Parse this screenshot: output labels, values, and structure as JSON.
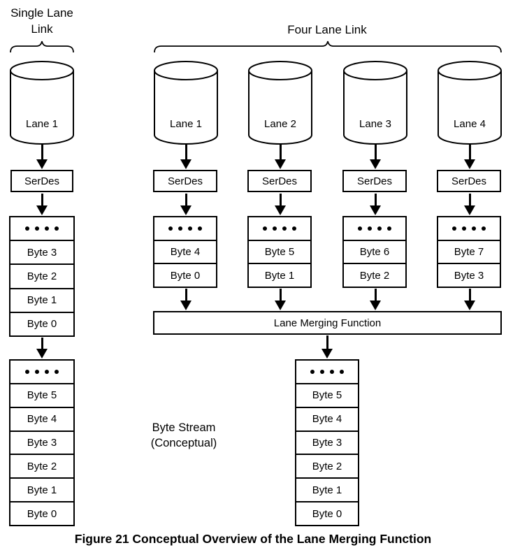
{
  "colors": {
    "ink": "#000000",
    "paper": "#ffffff"
  },
  "single_lane": {
    "group_label_line1": "Single Lane",
    "group_label_line2": "Link",
    "cylinder_label": "Lane 1",
    "serdes_label": "SerDes",
    "deser_bytes": [
      "Byte 3",
      "Byte 2",
      "Byte 1",
      "Byte 0"
    ],
    "stream_bytes": [
      "Byte 5",
      "Byte 4",
      "Byte 3",
      "Byte 2",
      "Byte 1",
      "Byte 0"
    ]
  },
  "four_lane": {
    "group_label": "Four Lane Link",
    "lanes": [
      {
        "cylinder_label": "Lane 1",
        "serdes_label": "SerDes",
        "bytes": [
          "Byte 4",
          "Byte 0"
        ]
      },
      {
        "cylinder_label": "Lane 2",
        "serdes_label": "SerDes",
        "bytes": [
          "Byte 5",
          "Byte 1"
        ]
      },
      {
        "cylinder_label": "Lane 3",
        "serdes_label": "SerDes",
        "bytes": [
          "Byte 6",
          "Byte 2"
        ]
      },
      {
        "cylinder_label": "Lane 4",
        "serdes_label": "SerDes",
        "bytes": [
          "Byte 7",
          "Byte 3"
        ]
      }
    ],
    "merge_label": "Lane Merging Function",
    "stream_bytes": [
      "Byte 5",
      "Byte 4",
      "Byte 3",
      "Byte 2",
      "Byte 1",
      "Byte 0"
    ]
  },
  "note_line1": "Byte Stream",
  "note_line2": "(Conceptual)",
  "caption": "Figure 21 Conceptual Overview of the Lane Merging Function"
}
